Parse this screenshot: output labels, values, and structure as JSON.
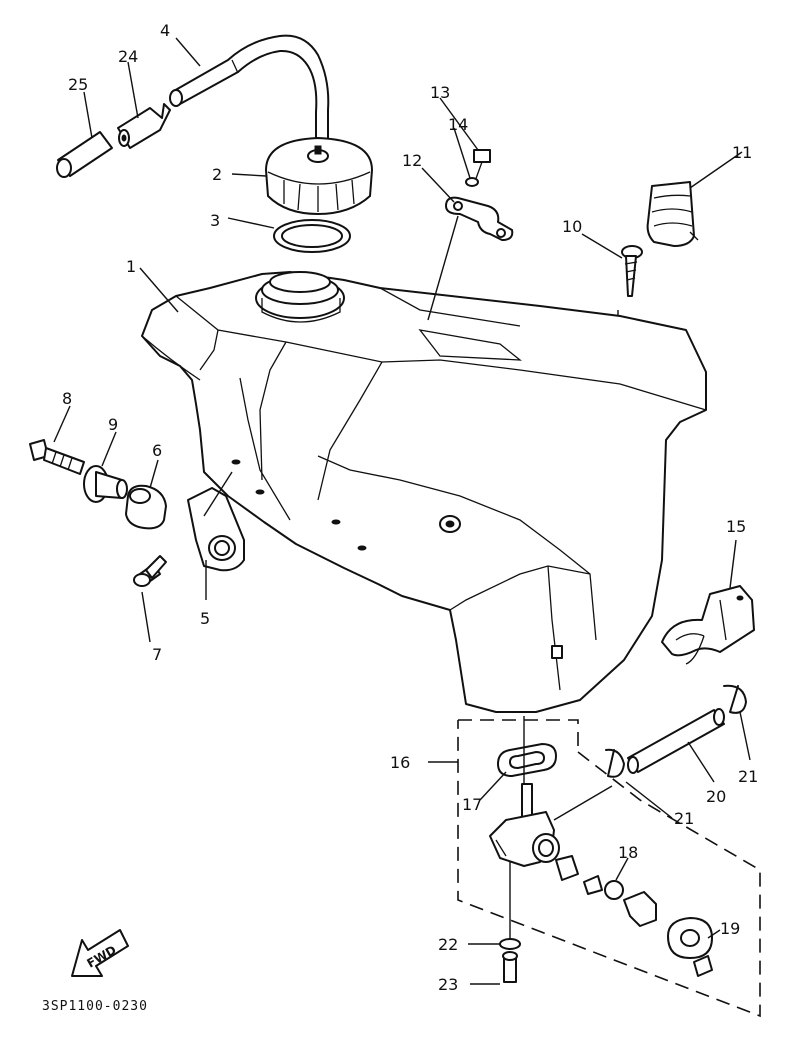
{
  "diagram_code": "3SP1100-0230",
  "direction_label": "FWD",
  "callouts": [
    {
      "id": "c1",
      "label": "1",
      "part": "fuel-tank"
    },
    {
      "id": "c2",
      "label": "2",
      "part": "tank-cap"
    },
    {
      "id": "c3",
      "label": "3",
      "part": "cap-gasket"
    },
    {
      "id": "c4",
      "label": "4",
      "part": "breather-hose"
    },
    {
      "id": "c5",
      "label": "5",
      "part": "bracket"
    },
    {
      "id": "c6",
      "label": "6",
      "part": "damper"
    },
    {
      "id": "c7",
      "label": "7",
      "part": "bolt"
    },
    {
      "id": "c8",
      "label": "8",
      "part": "mount-bolt"
    },
    {
      "id": "c9",
      "label": "9",
      "part": "collar"
    },
    {
      "id": "c10",
      "label": "10",
      "part": "screw"
    },
    {
      "id": "c11",
      "label": "11",
      "part": "band"
    },
    {
      "id": "c12",
      "label": "12",
      "part": "stay"
    },
    {
      "id": "c13",
      "label": "13",
      "part": "bolt"
    },
    {
      "id": "c14",
      "label": "14",
      "part": "washer"
    },
    {
      "id": "c15",
      "label": "15",
      "part": "holder"
    },
    {
      "id": "c16",
      "label": "16",
      "part": "fuel-cock-assy"
    },
    {
      "id": "c17",
      "label": "17",
      "part": "gasket"
    },
    {
      "id": "c18",
      "label": "18",
      "part": "o-ring"
    },
    {
      "id": "c19",
      "label": "19",
      "part": "lever-plate"
    },
    {
      "id": "c20",
      "label": "20",
      "part": "fuel-pipe"
    },
    {
      "id": "c21a",
      "label": "21",
      "part": "clip"
    },
    {
      "id": "c21b",
      "label": "21",
      "part": "clip"
    },
    {
      "id": "c22",
      "label": "22",
      "part": "washer"
    },
    {
      "id": "c23",
      "label": "23",
      "part": "screw"
    },
    {
      "id": "c24",
      "label": "24",
      "part": "check-valve"
    },
    {
      "id": "c25",
      "label": "25",
      "part": "hose"
    }
  ]
}
